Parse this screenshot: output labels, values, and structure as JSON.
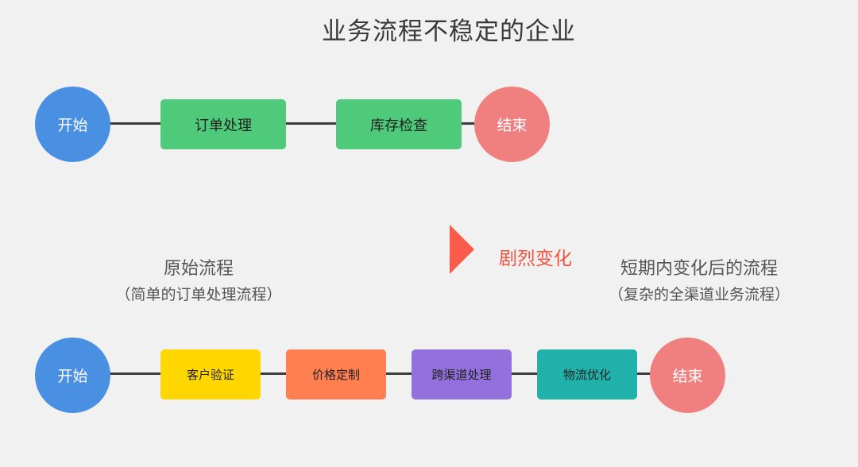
{
  "title": "业务流程不稳定的企业",
  "original_flow": {
    "nodes": [
      "开始",
      "订单处理",
      "库存检查",
      "结束"
    ],
    "caption": "原始流程",
    "subcaption": "（简单的订单处理流程）"
  },
  "change_label": "剧烈变化",
  "changed_flow": {
    "nodes": [
      "开始",
      "客户验证",
      "价格定制",
      "跨渠道处理",
      "物流优化",
      "结束"
    ],
    "caption": "短期内变化后的流程",
    "subcaption": "（复杂的全渠道业务流程）"
  },
  "colors": {
    "start": "#4a90e2",
    "end": "#f08080",
    "order": "#4fc97a",
    "inventory": "#4fc97a",
    "verify": "#ffd700",
    "pricing": "#ff7f50",
    "channel": "#9370db",
    "logistics": "#20b2aa",
    "connector": "#3b3b3b",
    "arrow": "#fa5b4b"
  }
}
